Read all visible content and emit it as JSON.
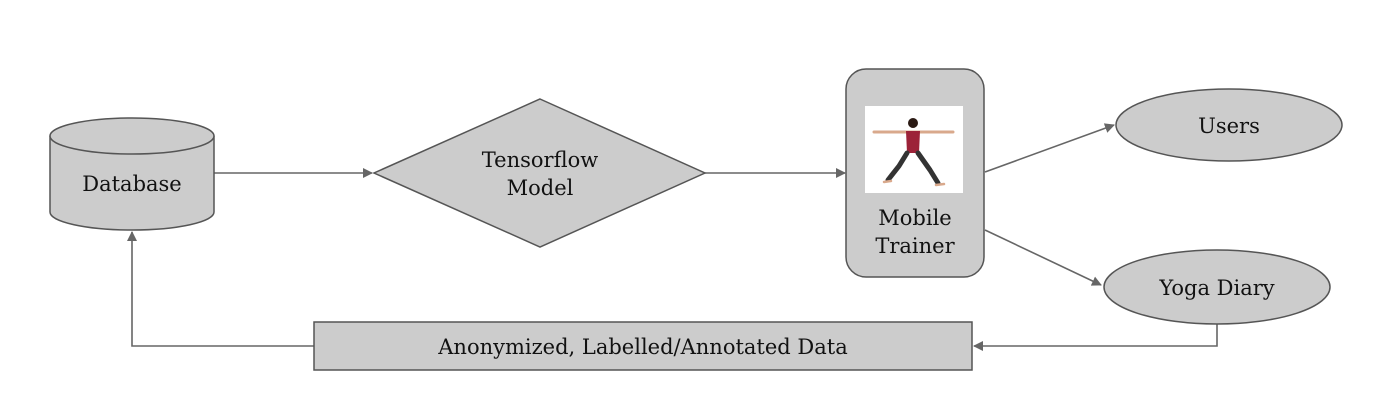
{
  "nodes": {
    "database": {
      "label": "Database"
    },
    "model": {
      "line1": "Tensorflow",
      "line2": "Model"
    },
    "trainer": {
      "line1": "Mobile",
      "line2": "Trainer",
      "image_icon": "yoga-pose-icon"
    },
    "users": {
      "label": "Users"
    },
    "diary": {
      "label": "Yoga Diary"
    },
    "data_box": {
      "label": "Anonymized, Labelled/Annotated Data"
    }
  },
  "colors": {
    "node_fill": "#cccccc",
    "node_stroke": "#555555",
    "edge": "#666666",
    "text": "#111111",
    "shirt": "#9c2238",
    "pants": "#333333",
    "skin": "#d9a98c"
  }
}
